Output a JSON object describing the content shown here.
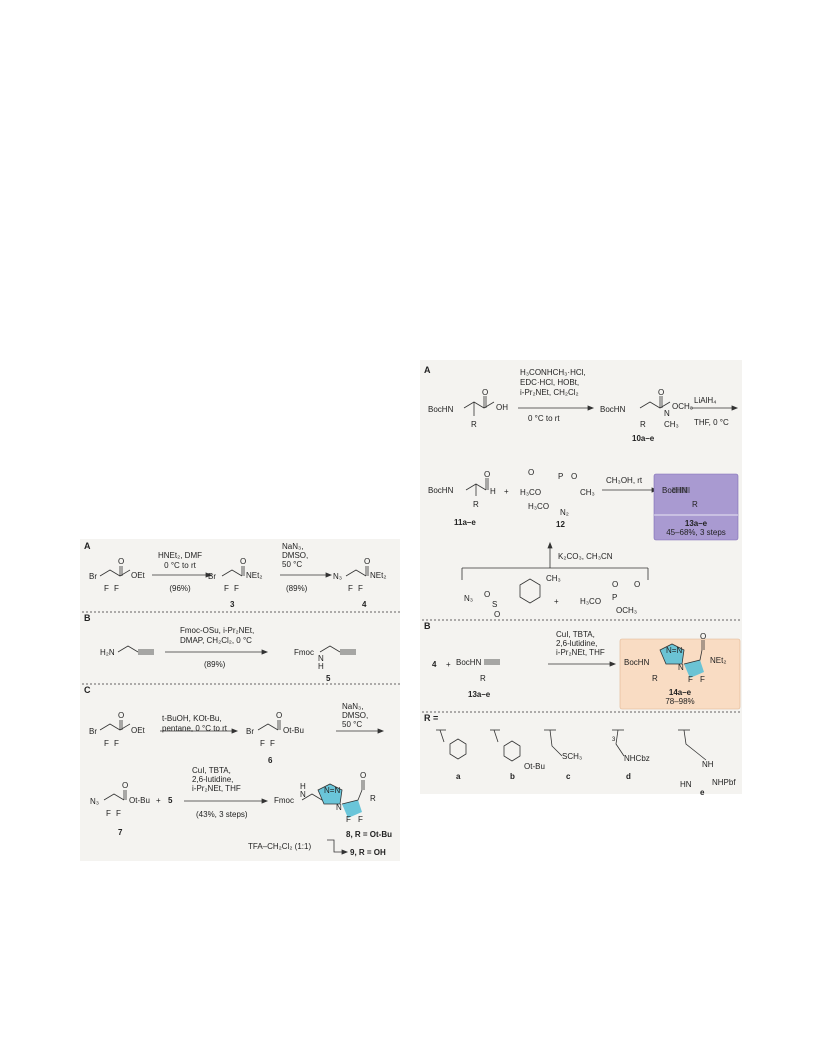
{
  "left": {
    "A": {
      "label": "A",
      "reagents_line1": "HNEt₂, DMF",
      "reagents_line2": "0 °C to rt",
      "yield1": "(96%)",
      "reagents2_line1": "NaN₃,",
      "reagents2_line2": "DMSO,",
      "reagents2_line3": "50 °C",
      "yield2": "(89%)",
      "sm_br": "Br",
      "sm_oet": "OEt",
      "f1": "F",
      "f2": "F",
      "o": "O",
      "p3_br": "Br",
      "p3_net": "NEt₂",
      "p3_f1": "F",
      "p3_f2": "F",
      "p3_o": "O",
      "cmpd3": "3",
      "p4_n3": "N₃",
      "p4_net": "NEt₂",
      "p4_f1": "F",
      "p4_f2": "F",
      "p4_o": "O",
      "cmpd4": "4"
    },
    "B": {
      "label": "B",
      "sm": "H₂N",
      "reagents_line1": "Fmoc-OSu, i-Pr₂NEt,",
      "reagents_line2": "DMAP, CH₂Cl₂, 0 °C",
      "yield": "(89%)",
      "prod_fmoc": "Fmoc",
      "prod_n": "N",
      "prod_h": "H",
      "cmpd5": "5"
    },
    "C": {
      "label": "C",
      "sm_br": "Br",
      "sm_oet": "OEt",
      "sm_f1": "F",
      "sm_f2": "F",
      "sm_o": "O",
      "reagents_line1": "t-BuOH, KOt-Bu,",
      "reagents_line2": "pentane, 0 °C to rt",
      "p6_br": "Br",
      "p6_otbu": "Ot-Bu",
      "p6_f1": "F",
      "p6_f2": "F",
      "p6_o": "O",
      "cmpd6": "6",
      "reagents2_line1": "NaN₃,",
      "reagents2_line2": "DMSO,",
      "reagents2_line3": "50 °C",
      "p7_n3": "N₃",
      "p7_otbu": "Ot-Bu",
      "p7_f1": "F",
      "p7_f2": "F",
      "p7_o": "O",
      "plus": "+",
      "five": "5",
      "cmpd7": "7",
      "click_line1": "CuI, TBTA,",
      "click_line2": "2,6-lutidine,",
      "click_line3": "i-Pr₂NEt, THF",
      "click_yield": "(43%, 3 steps)",
      "prod_fmoc": "Fmoc",
      "prod_n": "N",
      "prod_h": "H",
      "triazole": "N=N",
      "prod_n2": "N",
      "prod_f1": "F",
      "prod_f2": "F",
      "prod_o": "O",
      "prod_r": "R",
      "tfa": "TFA–CH₂Cl₂ (1:1)",
      "cmpd8": "8, R = Ot-Bu",
      "cmpd9": "9, R = OH"
    }
  },
  "right": {
    "A": {
      "label": "A",
      "sm_bochn": "BocHN",
      "sm_oh": "OH",
      "sm_o": "O",
      "sm_r": "R",
      "reagents_line1": "H₃CONHCH₃·HCl,",
      "reagents_line2": "EDC·HCl, HOBt,",
      "reagents_line3": "i-Pr₂NEt, CH₂Cl₂",
      "reagents_line4": "0 °C to rt",
      "p10_bochn": "BocHN",
      "p10_och3": "OCH₃",
      "p10_n": "N",
      "p10_ch3": "CH₃",
      "p10_o": "O",
      "p10_r": "R",
      "cmpd10": "10a–e",
      "lialh_line1": "LiAlH₄",
      "lialh_line2": "THF, 0 °C",
      "p11_bochn": "BocHN",
      "p11_h": "H",
      "p11_o": "O",
      "p11_r": "R",
      "cmpd11": "11a–e",
      "plus": "+",
      "p12_h3co1": "H₃CO",
      "p12_h3co2": "H₃CO",
      "p12_p": "P",
      "p12_o1": "O",
      "p12_o2": "O",
      "p12_ch3": "CH₃",
      "p12_n2": "N₂",
      "cmpd12": "12",
      "bo_reagent": "CH₃OH, rt",
      "p13_bochn": "BocHN",
      "p13_r": "R",
      "cmpd13": "13a–e",
      "p13_yield": "45–68%, 3 steps",
      "k2co3": "K₂CO₃, CH₃CN",
      "tsn3_n3": "N₃",
      "tsn3_s": "S",
      "tsn3_o1": "O",
      "tsn3_o2": "O",
      "tsn3_ch3": "CH₃",
      "plus2": "+",
      "phos_h3co": "H₃CO",
      "phos_och3": "OCH₃",
      "phos_p": "P",
      "phos_o1": "O",
      "phos_o2": "O"
    },
    "B": {
      "label": "B",
      "four": "4",
      "plus": "+",
      "sm_bochn": "BocHN",
      "sm_r": "R",
      "cmpd13": "13a–e",
      "reagents_line1": "CuI, TBTA,",
      "reagents_line2": "2,6-lutidine,",
      "reagents_line3": "i-Pr₂NEt, THF",
      "prod_bochn": "BocHN",
      "prod_r": "R",
      "triazole": "N=N",
      "prod_n": "N",
      "prod_f1": "F",
      "prod_f2": "F",
      "prod_o": "O",
      "prod_net": "NEt₂",
      "cmpd14": "14a–e",
      "yield": "78–98%"
    },
    "R": {
      "header": "R =",
      "b_otbu": "Ot-Bu",
      "c_sch3": "SCH₃",
      "d_sub": "3",
      "d_nhcbz": "NHCbz",
      "e_nh": "NH",
      "e_hn": "HN",
      "e_nhpbf": "NHPbf",
      "a": "a",
      "b": "b",
      "c": "c",
      "d": "d",
      "e": "e"
    }
  },
  "colors": {
    "panel_bg": "#f4f3f0",
    "purple_box": "#a99ad1",
    "orange_box": "#f9dcc3",
    "cyan_highlight": "#5bc0d6",
    "ink": "#222222"
  }
}
